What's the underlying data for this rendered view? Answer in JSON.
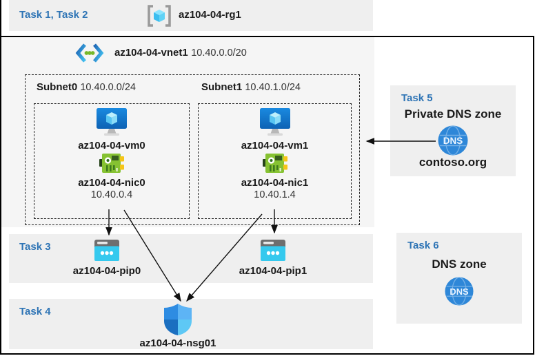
{
  "colors": {
    "accent_blue": "#2e74b5",
    "band_grey": "#efefef",
    "vnet_grey": "#f5f5f5",
    "border_black": "#000000",
    "text_black": "#1a1a1a",
    "text_dim": "#333333",
    "dns_blue": "#2e87d8",
    "pip_cyan": "#35c9ee",
    "nic_green": "#7cb82f",
    "vm_blue": "#1080d6"
  },
  "bands": {
    "rg": {
      "task_label": "Task 1, Task 2",
      "name": "az104-04-rg1"
    },
    "task3": {
      "task_label": "Task 3"
    },
    "task4": {
      "task_label": "Task 4",
      "nsg_name": "az104-04-nsg01"
    }
  },
  "vnet": {
    "name": "az104-04-vnet1",
    "cidr": "10.40.0.0/20",
    "subnets": [
      {
        "name": "Subnet0",
        "cidr": "10.40.0.0/24",
        "vm": "az104-04-vm0",
        "nic": "az104-04-nic0",
        "ip": "10.40.0.4"
      },
      {
        "name": "Subnet1",
        "cidr": "10.40.1.0/24",
        "vm": "az104-04-vm1",
        "nic": "az104-04-nic1",
        "ip": "10.40.1.4"
      }
    ]
  },
  "pips": [
    "az104-04-pip0",
    "az104-04-pip1"
  ],
  "task5": {
    "task_label": "Task 5",
    "title": "Private DNS zone",
    "zone_name": "contoso.org"
  },
  "task6": {
    "task_label": "Task 6",
    "title": "DNS zone"
  },
  "icons": {
    "dns_label": "DNS",
    "names": [
      "resource-group-icon",
      "virtual-network-icon",
      "virtual-machine-icon",
      "network-interface-icon",
      "public-ip-icon",
      "dns-zone-icon",
      "network-security-group-icon"
    ]
  }
}
